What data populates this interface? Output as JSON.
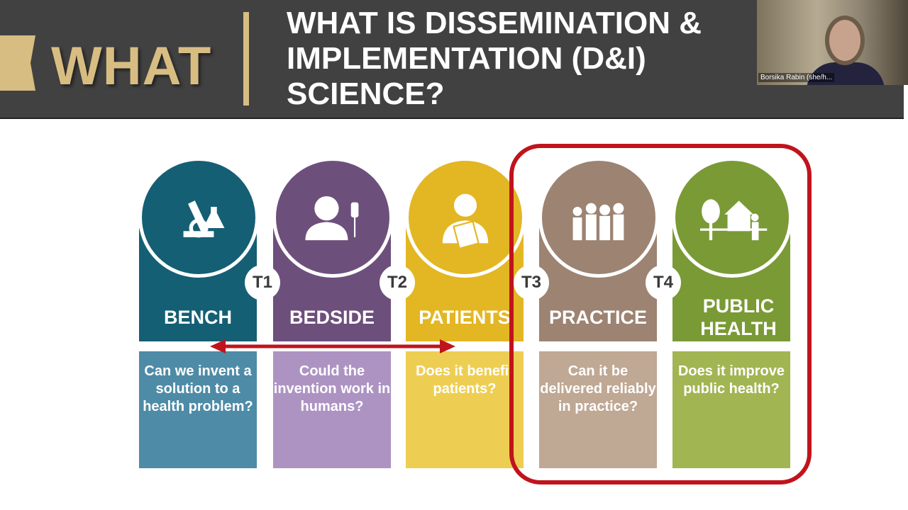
{
  "slide": {
    "section": "WHAT",
    "title": "WHAT IS DISSEMINATION & IMPLEMENTATION (D&I) SCIENCE?"
  },
  "video": {
    "participant_name": "Borsika Rabin (she/h..."
  },
  "columns": [
    {
      "label": "BENCH",
      "question": "Can we invent a solution to a health problem?",
      "icon": "microscope-flask-icon",
      "dark": "#145f74",
      "light": "#4e8ba6"
    },
    {
      "label": "BEDSIDE",
      "question": "Could the invention work in humans?",
      "icon": "patient-iv-icon",
      "dark": "#6d4f7c",
      "light": "#ad93c2"
    },
    {
      "label": "PATIENTS",
      "question": "Does it benefit patients?",
      "icon": "doctor-clipboard-icon",
      "dark": "#e3b623",
      "light": "#eece52"
    },
    {
      "label": "PRACTICE",
      "question": "Can it be delivered reliably in practice?",
      "icon": "people-group-icon",
      "dark": "#9c8372",
      "light": "#bfa894"
    },
    {
      "label": "PUBLIC HEALTH",
      "question": "Does it improve public health?",
      "icon": "community-icon",
      "dark": "#7a9a35",
      "light": "#a2b553"
    }
  ],
  "transitions": [
    "T1",
    "T2",
    "T3",
    "T4"
  ],
  "highlight_color": "#c0141c"
}
